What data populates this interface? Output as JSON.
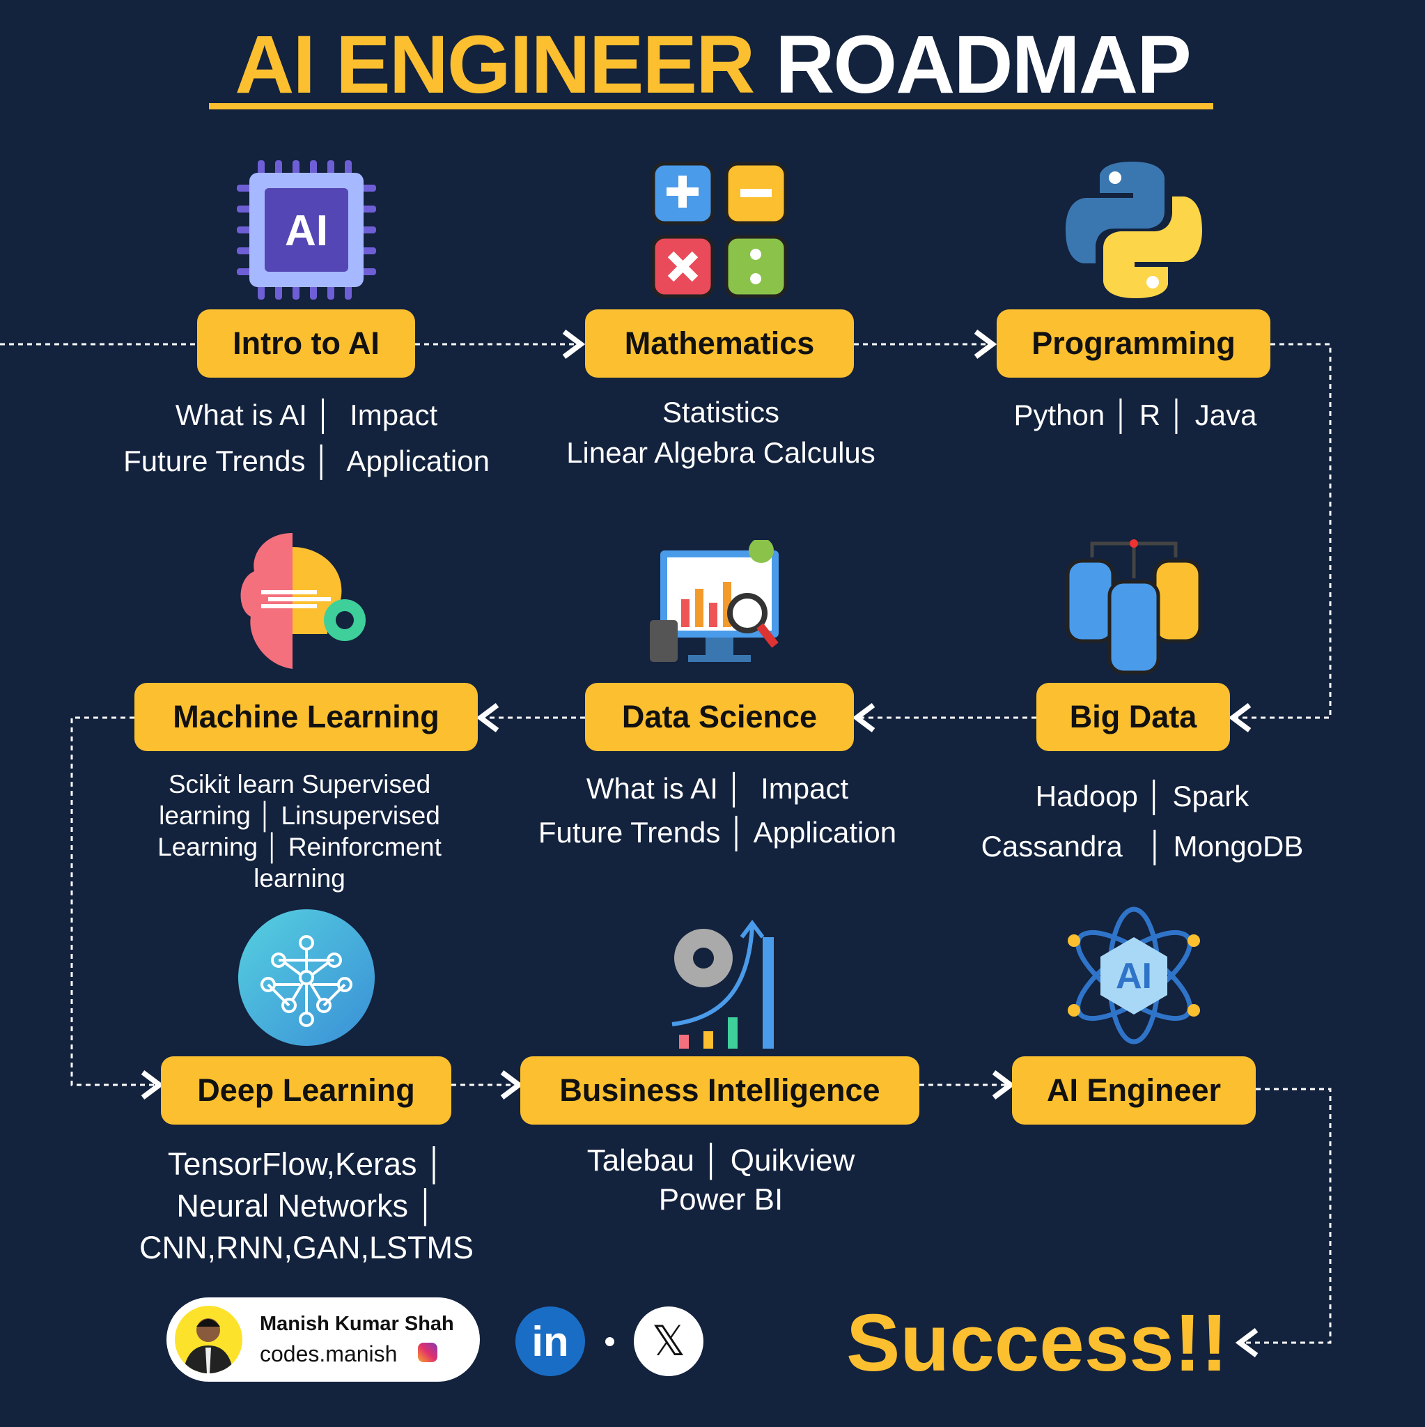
{
  "title": {
    "part1": "AI ENGINEER",
    "part2": "ROADMAP"
  },
  "steps": [
    {
      "label": "Intro to AI",
      "desc": "What is AI │  Impact\nFuture Trends │  Application",
      "icon": "ai-chip-icon"
    },
    {
      "label": "Mathematics",
      "desc": "Statistics\nLinear Algebra Calculus",
      "icon": "calculator-operators-icon"
    },
    {
      "label": "Programming",
      "desc": "Python │ R │ Java",
      "icon": "python-logo-icon"
    },
    {
      "label": "Big Data",
      "desc": "Hadoop │ Spark\nCassandra   │ MongoDB",
      "icon": "database-cluster-icon"
    },
    {
      "label": "Data Science",
      "desc": "What is AI │  Impact\nFuture Trends │ Application",
      "icon": "data-analytics-monitor-icon"
    },
    {
      "label": "Machine Learning",
      "desc": "Scikit learn Supervised\nlearning │ Linsupervised\nLearning │ Reinforcment\nlearning",
      "icon": "brain-lightbulb-icon"
    },
    {
      "label": "Deep Learning",
      "desc": "TensorFlow,Keras │\nNeural Networks │\nCNN,RNN,GAN,LSTMS",
      "icon": "neural-network-icon"
    },
    {
      "label": "Business Intelligence",
      "desc": "Talebau │ Quikview\nPower BI",
      "icon": "growth-chart-gear-icon"
    },
    {
      "label": "AI Engineer",
      "desc": "",
      "icon": "ai-atom-icon"
    }
  ],
  "success": "Success!!",
  "author": {
    "name": "Manish Kumar Shah",
    "handle": "codes.manish"
  },
  "social": {
    "linkedin": "in",
    "x": "𝕏"
  },
  "colors": {
    "background": "#13223d",
    "accent": "#fbbf2f"
  }
}
